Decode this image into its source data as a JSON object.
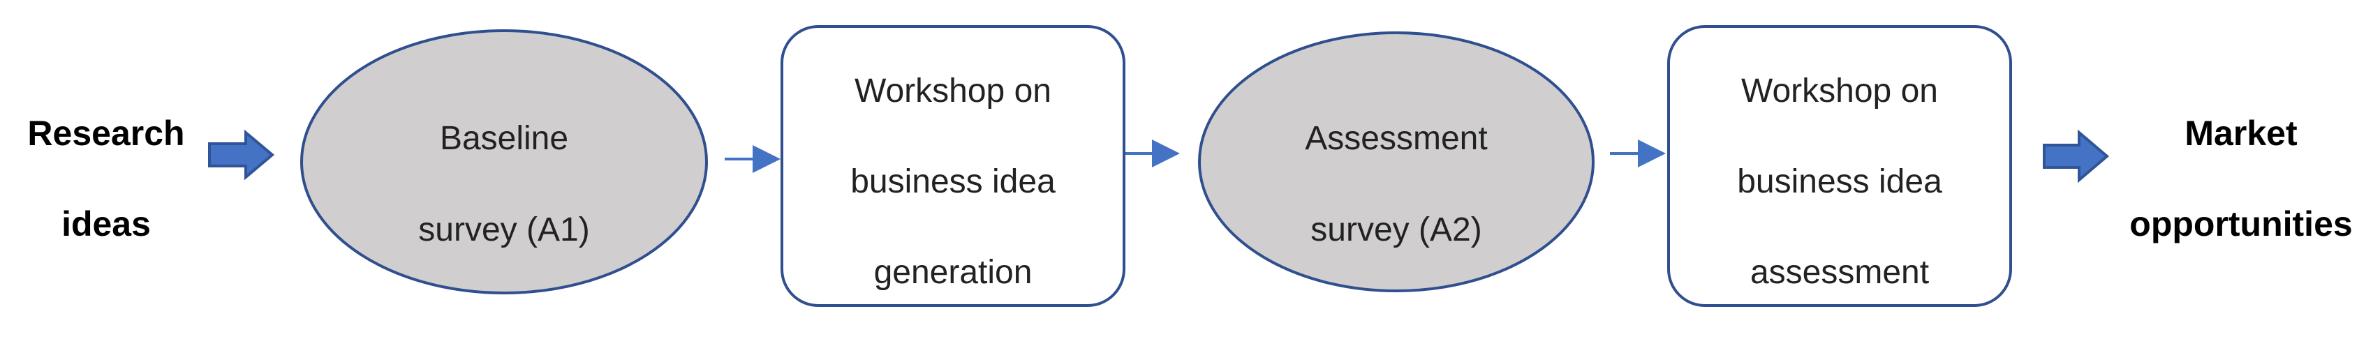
{
  "colors": {
    "shape_stroke": "#2f4f8f",
    "ellipse_fill": "#d0cece",
    "box_fill": "#ffffff",
    "arrow": "#4472c4",
    "block_arrow_stroke": "#2f5597"
  },
  "diagram": {
    "input": {
      "line1": "Research",
      "line2": "ideas"
    },
    "step1": {
      "line1": "Baseline",
      "line2": "survey (A1)"
    },
    "step2": {
      "line1": "Workshop on",
      "line2": "business idea",
      "line3": "generation"
    },
    "step3": {
      "line1": "Assessment",
      "line2": "survey (A2)"
    },
    "step4": {
      "line1": "Workshop on",
      "line2": "business idea",
      "line3": "assessment"
    },
    "output": {
      "line1": "Market",
      "line2": "opportunities"
    }
  }
}
